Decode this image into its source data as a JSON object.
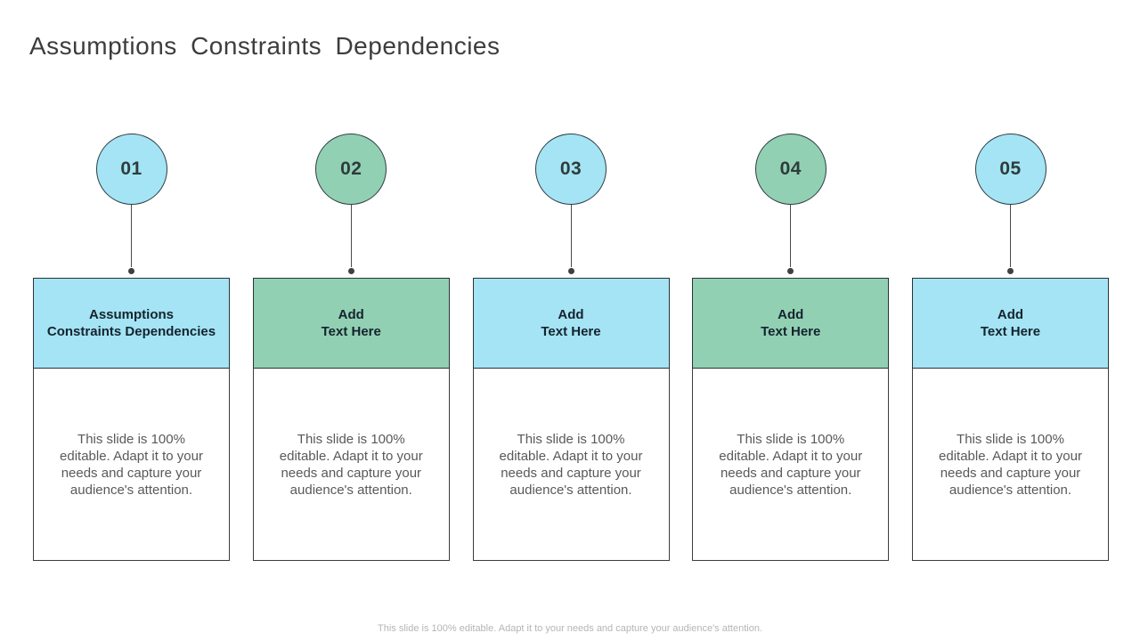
{
  "title": "Assumptions Constraints Dependencies",
  "colors": {
    "blue": "#a4e4f4",
    "green": "#92d0b3",
    "title_text": "#3d3d3d",
    "number_text": "#2e3c3c",
    "header_text": "#15232e",
    "body_text": "#595959",
    "footer_text": "#b5b5b5"
  },
  "columns": [
    {
      "number": "01",
      "theme": "blue",
      "header": "Assumptions\nConstraints Dependencies",
      "body": "This slide is 100% editable. Adapt it to your needs and capture your audience's attention."
    },
    {
      "number": "02",
      "theme": "green",
      "header": "Add\nText Here",
      "body": "This slide is 100% editable. Adapt it to your needs and capture your audience's attention."
    },
    {
      "number": "03",
      "theme": "blue",
      "header": "Add\nText Here",
      "body": "This slide is 100% editable. Adapt it to your needs and capture your audience's attention."
    },
    {
      "number": "04",
      "theme": "green",
      "header": "Add\nText Here",
      "body": "This slide is 100% editable. Adapt it to your needs and capture your audience's attention."
    },
    {
      "number": "05",
      "theme": "blue",
      "header": "Add\nText Here",
      "body": "This slide is 100% editable. Adapt it to your needs and capture your audience's attention."
    }
  ],
  "footer": "This slide is 100% editable. Adapt it to your needs and capture your audience's attention."
}
